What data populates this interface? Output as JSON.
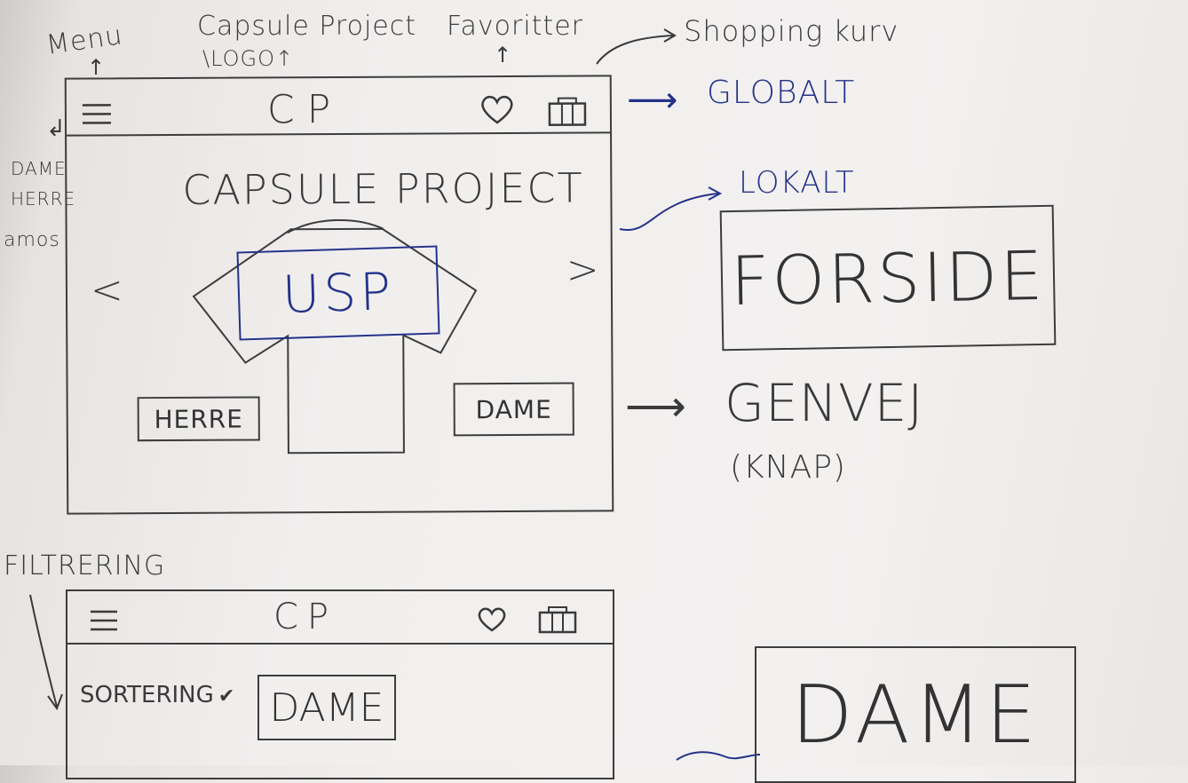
{
  "annotations": {
    "menu": "Menu",
    "logo_line1": "Capsule Project",
    "logo_line2": "\\LOGO↑",
    "favorites": "Favoritter",
    "shopping": "Shopping kurv",
    "globalt": "GLOBALT",
    "lokalt": "LOKALT",
    "genvej": "GENVEJ",
    "knap": "(KNAP)",
    "filtrering": "FILTRERING",
    "side_menu": [
      "DAME",
      "HERRE",
      "amos"
    ]
  },
  "wireframe1": {
    "logo": "CP",
    "title": "CAPSULE PROJECT",
    "usp": "USP",
    "prev": "<",
    "next": ">",
    "herre_button": "HERRE",
    "dame_button": "DAME"
  },
  "wireframe2": {
    "logo": "CP",
    "sortering": "SORTERING",
    "dame_tag": "DAME"
  },
  "page_labels": {
    "forside": "FORSIDE",
    "dame": "DAME"
  },
  "icons": [
    "menu-icon",
    "heart-icon",
    "bag-icon",
    "arrow-icon"
  ],
  "colors": {
    "ink": "#3a3a3a",
    "blue_ink": "#23328a",
    "paper": "#f1efee"
  }
}
